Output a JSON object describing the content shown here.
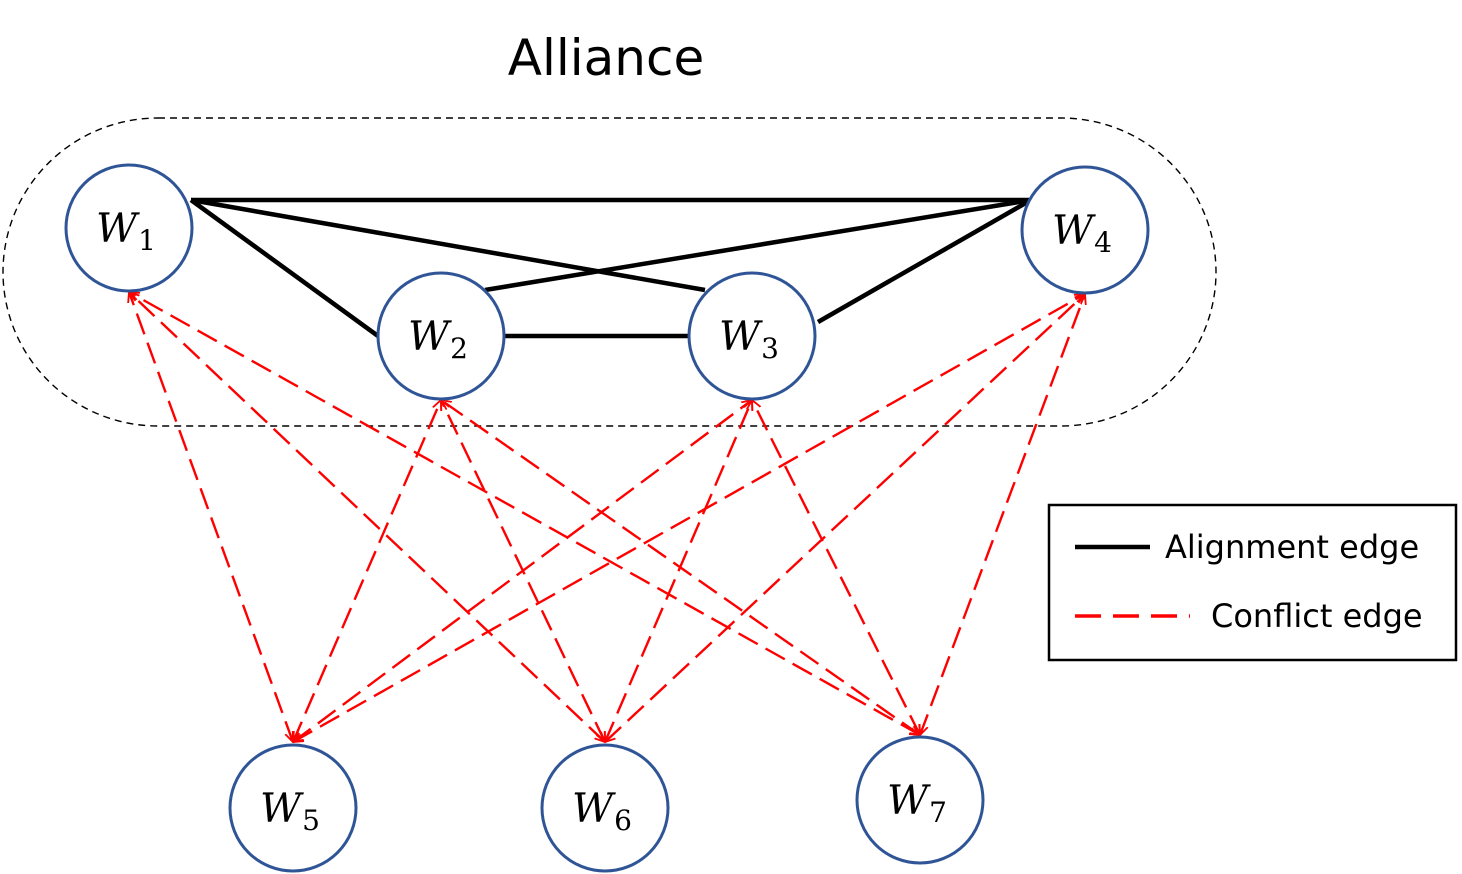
{
  "title": "Alliance",
  "nodes": [
    {
      "id": "w1",
      "main": "W",
      "sub": "1"
    },
    {
      "id": "w2",
      "main": "W",
      "sub": "2"
    },
    {
      "id": "w3",
      "main": "W",
      "sub": "3"
    },
    {
      "id": "w4",
      "main": "W",
      "sub": "4"
    },
    {
      "id": "w5",
      "main": "W",
      "sub": "5"
    },
    {
      "id": "w6",
      "main": "W",
      "sub": "6"
    },
    {
      "id": "w7",
      "main": "W",
      "sub": "7"
    }
  ],
  "alignment_edges": [
    [
      "w1",
      "w4"
    ],
    [
      "w1",
      "w2"
    ],
    [
      "w1",
      "w3"
    ],
    [
      "w2",
      "w4"
    ],
    [
      "w2",
      "w3"
    ],
    [
      "w3",
      "w4"
    ]
  ],
  "conflict_edges": [
    [
      "w5",
      "w1"
    ],
    [
      "w5",
      "w2"
    ],
    [
      "w5",
      "w3"
    ],
    [
      "w5",
      "w4"
    ],
    [
      "w6",
      "w1"
    ],
    [
      "w6",
      "w2"
    ],
    [
      "w6",
      "w3"
    ],
    [
      "w6",
      "w4"
    ],
    [
      "w7",
      "w1"
    ],
    [
      "w7",
      "w2"
    ],
    [
      "w7",
      "w3"
    ],
    [
      "w7",
      "w4"
    ]
  ],
  "legend": {
    "alignment_label": "Alignment edge",
    "conflict_label": "Conflict edge"
  },
  "colors": {
    "node_stroke": "#2f5597",
    "alignment": "#000000",
    "conflict": "#ff0000"
  }
}
